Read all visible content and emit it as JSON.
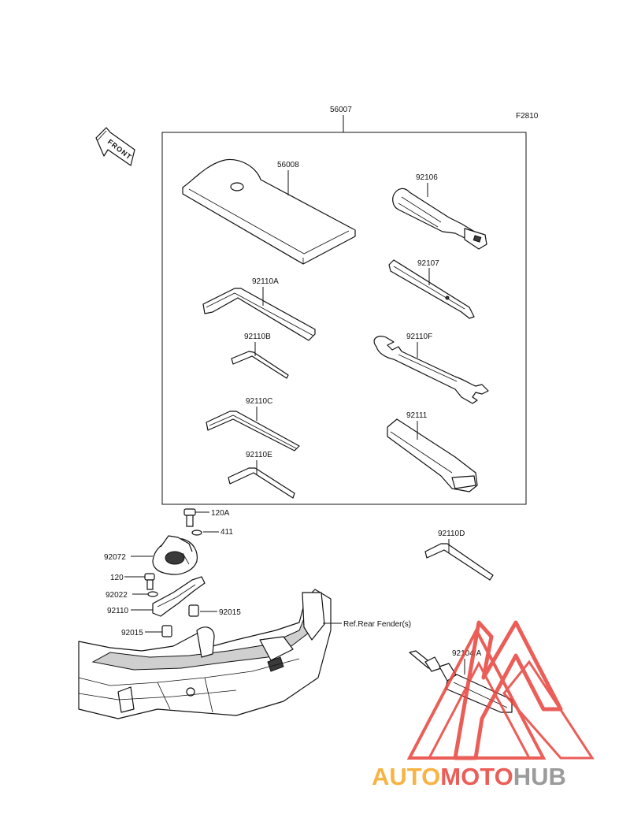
{
  "figure_code": "F2810",
  "front_indicator": "FRONT",
  "parts": {
    "tool_kit": "56007",
    "tool_bag": "56008",
    "screwdriver_handle": "92106",
    "screwdriver_bit": "92107",
    "hex_wrench_a": "92110A",
    "hex_wrench_b": "92110B",
    "hex_wrench_c": "92110C",
    "hex_wrench_e": "92110E",
    "spanner_f": "92110F",
    "handle_tube": "92111",
    "hex_wrench_d": "92110D",
    "bolt_120a": "120A",
    "o_ring_411": "411",
    "cover_92072": "92072",
    "bolt_120": "120",
    "washer_92022": "92022",
    "bracket_92110": "92110",
    "collar_92015_right": "92015",
    "collar_92015_left": "92015",
    "fender_ref": "Ref.Rear Fender(s)",
    "grease_92104": "92104/A"
  },
  "watermark": {
    "part1": "AUTO",
    "part2": "MOTO",
    "part3": "HUB",
    "colors": {
      "red": "#e8433c",
      "orange": "#f6a623",
      "grey": "#8a8a8a"
    }
  }
}
